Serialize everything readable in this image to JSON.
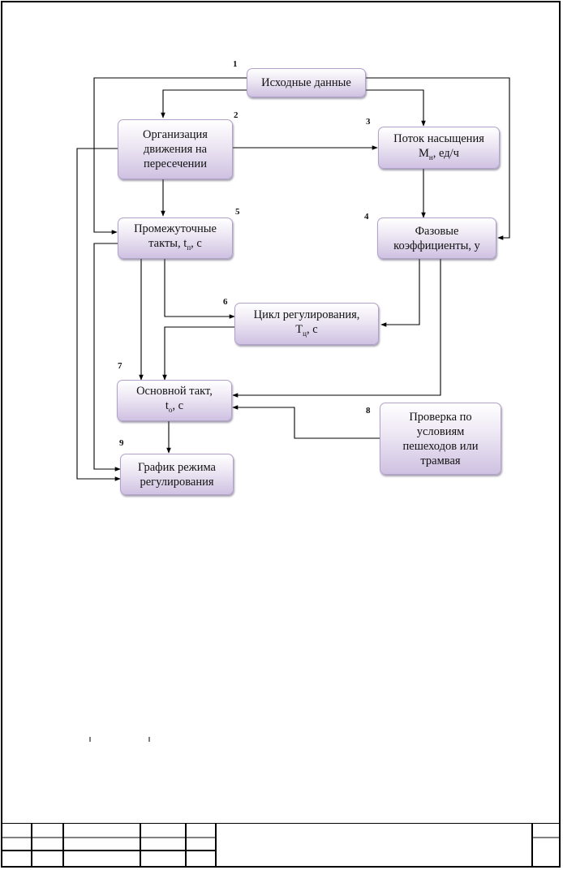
{
  "nodes": [
    {
      "id": "n1",
      "num": "1",
      "text": "Исходные данные"
    },
    {
      "id": "n2",
      "num": "2",
      "text": "Организация\nдвижения на\nпересечении"
    },
    {
      "id": "n3",
      "num": "3",
      "text": "Поток насыщения",
      "sub_main": "М",
      "sub": "н",
      "tail": ", ед/ч"
    },
    {
      "id": "n4",
      "num": "4",
      "text": "Фазовые\nкоэффициенты, y"
    },
    {
      "id": "n5",
      "num": "5",
      "text": "Промежуточные",
      "sub_main": "такты, t",
      "sub": "п",
      "tail": ", с"
    },
    {
      "id": "n6",
      "num": "6",
      "text": "Цикл регулирования,",
      "sub_main": "Т",
      "sub": "ц",
      "tail": ", с"
    },
    {
      "id": "n7",
      "num": "7",
      "text": "Основной такт,",
      "sub_main": "t",
      "sub": "о",
      "tail": ", с"
    },
    {
      "id": "n8",
      "num": "8",
      "text": "Проверка по\nусловиям\nпешеходов или\nтрамвая"
    },
    {
      "id": "n9",
      "num": "9",
      "text": "График режима\nрегулирования"
    }
  ]
}
